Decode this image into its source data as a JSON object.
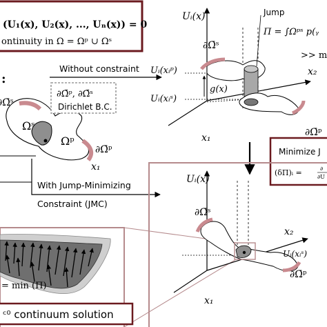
{
  "colors": {
    "maroon": "#6b1a1f",
    "pink": "#c98a8f",
    "box_outline": "#b58a8c",
    "gray_fill": "#8f8f8f",
    "dark_gray": "#5a5a5a"
  },
  "top_left_box": {
    "equation": "(U₁(x), U₂(x), ..., Uₙ(x)) = 0",
    "continuity": "ontinuity in  Ω = Ωᵖ ∪ Ωˢ"
  },
  "left_panel": {
    "colon": ":",
    "boundary_s": "∂Ω̄ˢ",
    "domain_s": "Ωˢ",
    "domain_p": "Ωᵖ",
    "boundary_p": "∂Ω̄ᵖ",
    "axis_x1": "x₁"
  },
  "arrows": {
    "without_constraint": "Without constraint",
    "with_jmc_line1": "With Jump-Minimizing",
    "with_jmc_line2": "Constraint (JMC)"
  },
  "dirichlet_box": {
    "boundaries": "∂Ω̄ᵖ, ∂Ω̄ˢ",
    "label": "Dirichlet B.C."
  },
  "top_right": {
    "axis_u": "Uᵢ(x)",
    "axis_x2": "x₂",
    "axis_x1": "x₁",
    "jump_label": "Jump",
    "pi_def": "Π = ∫Ωᵖˢ p(ᵧ",
    "gg_m": ">> m",
    "u_at_xp": "Uᵢ(xᵢᵖ)",
    "u_at_xs": "Uᵢ(xᵢˢ)",
    "g_x": "g(x)",
    "boundary_s": "∂Ω̄ˢ",
    "boundary_p": "∂Ω̄ᵖ"
  },
  "minimize_box": {
    "title": "Minimize J",
    "expr_left": "(δΠ)ᵢ =",
    "frac_top": "∂",
    "frac_bottom": "∂U"
  },
  "bottom_right": {
    "axis_u": "Uᵢ(x)",
    "axis_x2": "x₂",
    "axis_x1": "x₁",
    "boundary_s": "∂Ω̄ˢ",
    "boundary_p": "∂Ω̄ᵖ",
    "u_at_xs": "Uᵢ(xᵢˢ)"
  },
  "bottom_left": {
    "min_pi": "= min (Π)",
    "c0_label": "ᶜ⁰ continuum solution"
  }
}
